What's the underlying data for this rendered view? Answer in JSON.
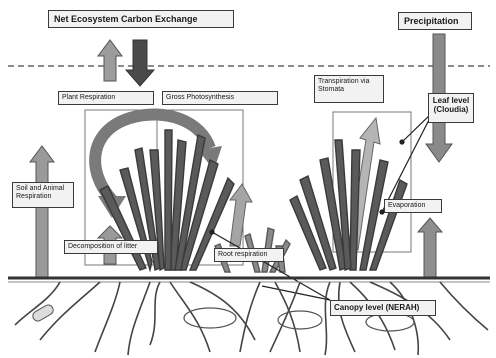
{
  "diagram": {
    "labels": {
      "nee": "Net Ecosystem Carbon Exchange",
      "precipitation": "Precipitation",
      "plant_respiration": "Plant Respiration",
      "gross_photosynthesis": "Gross Photosynthesis",
      "transpiration": "Transpiration via Stomata",
      "leaf_level": "Leaf level (Cloudia)",
      "soil_animal_respiration": "Soil and Animal Respiration",
      "evaporation": "Evaporation",
      "decomposition": "Decomposition of litter",
      "root_respiration": "Root respiration",
      "canopy_level": "Canopy level (NERAH)"
    },
    "colors": {
      "arrow_dark": "#555555",
      "arrow_light": "#9a9a9a",
      "vegetation": "#4f4f4f",
      "ground": "#333333"
    }
  }
}
